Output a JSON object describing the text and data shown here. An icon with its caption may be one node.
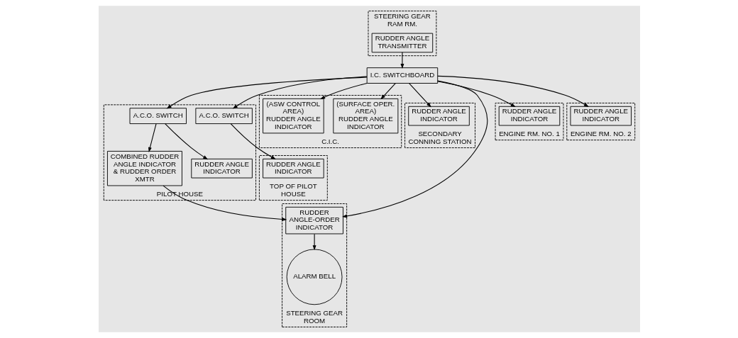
{
  "diagram": {
    "nodes": [
      {
        "text": [
          "PILOT HOUSE"
        ]
      },
      {
        "text": [
          "COMBINED RUDDER ANGLE INDICATOR & RUDDER ORDER XMTR"
        ],
        "in": 0
      },
      {
        "text": [
          "RUDDER ANGLE INDICATOR"
        ],
        "in": 0
      },
      {
        "text": [
          "A.C.O. SWITCH"
        ],
        "in": 0
      },
      {
        "text": [
          "A.C.O. SWITCH"
        ],
        "in": 0
      },
      {
        "text": [
          "TOP OF PILOT HOUSE"
        ]
      },
      {
        "text": [
          "RUDDER ANGLE INDICATOR"
        ],
        "in": 5
      },
      {
        "text": [
          "C.I.C."
        ]
      },
      {
        "text": [
          "(SURFACE OPER. AREA)",
          "RUDDER ANGLE INDICATOR"
        ],
        "in": 7
      },
      {
        "text": [
          "(ASW CONTROL AREA)",
          "RUDDER ANGLE INDICATOR"
        ],
        "in": 7
      },
      {
        "text": [
          "SECONDARY CONNING STATION"
        ]
      },
      {
        "text": [
          "RUDDER ANGLE INDICATOR"
        ],
        "in": 10
      },
      {
        "text": [
          "I.C. SWITCHBOARD"
        ]
      },
      {
        "text": [
          "STEERING GEAR ROOM"
        ]
      },
      {
        "text": [
          "RUDDER ANGLE-ORDER INDICATOR"
        ],
        "in": 13
      },
      {
        "text": [
          "ALARM BELL"
        ],
        "in": 13
      },
      {
        "text": [
          "STEERING GEAR RAM RM."
        ]
      },
      {
        "text": [
          "RUDDER ANGLE TRANSMITTER"
        ],
        "in": 16
      },
      {
        "text": [
          "ENGINE RM. NO. 1"
        ]
      },
      {
        "text": [
          "RUDDER ANGLE INDICATOR"
        ],
        "in": 18
      },
      {
        "text": [
          "ENGINE RM. NO. 2"
        ]
      },
      {
        "text": [
          "RUDDER ANGLE INDICATOR"
        ],
        "in": 20
      }
    ],
    "edges": [
      {
        "from": 3,
        "to": 1,
        "arrow": "to"
      },
      {
        "from": 3,
        "to": 2,
        "arrow": "to"
      },
      {
        "from": 4,
        "to": 6,
        "arrow": "to"
      },
      {
        "from": 12,
        "to": 3,
        "arrow": "to"
      },
      {
        "from": 12,
        "to": 4,
        "arrow": "to"
      },
      {
        "from": 12,
        "to": 8,
        "arrow": "to"
      },
      {
        "from": 12,
        "to": 9,
        "arrow": "to"
      },
      {
        "from": 12,
        "to": 11,
        "arrow": "to"
      },
      {
        "from": 1,
        "to": 14,
        "arrow": "to"
      },
      {
        "from": 12,
        "to": 14,
        "arrow": "to"
      },
      {
        "from": 14,
        "to": 15,
        "arrow": "to"
      },
      {
        "from": 17,
        "to": 12,
        "arrow": "to"
      },
      {
        "from": 12,
        "to": 19,
        "arrow": "to"
      },
      {
        "from": 12,
        "to": 21,
        "arrow": "to"
      }
    ]
  }
}
